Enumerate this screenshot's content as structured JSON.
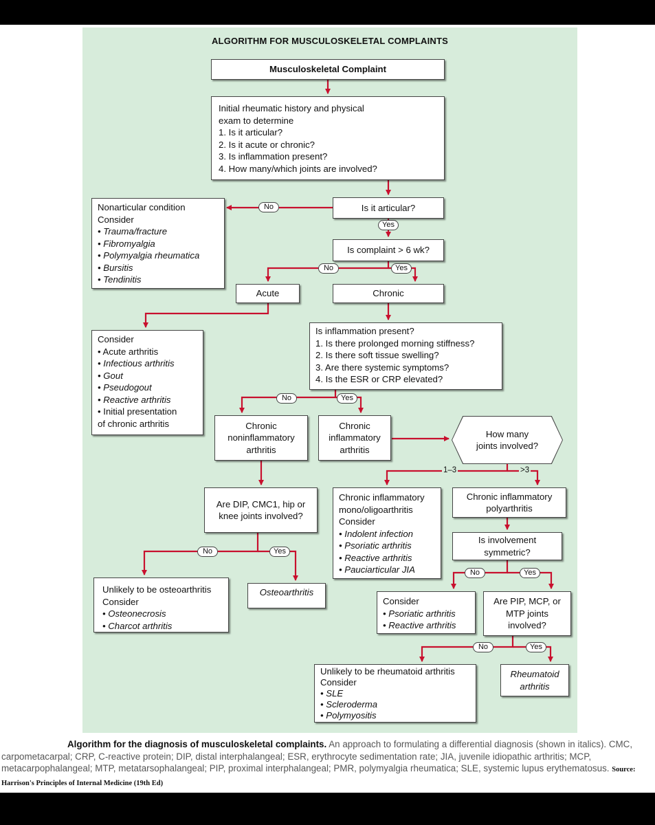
{
  "title": "Algorithm for Musculoskeletal Complaints",
  "boxes": {
    "complaint": {
      "lines": [
        {
          "t": "Musculoskeletal Complaint"
        }
      ]
    },
    "initial": {
      "lines": [
        {
          "t": "Initial rheumatic history and physical"
        },
        {
          "t": "exam to determine"
        },
        {
          "t": "1. Is it articular?"
        },
        {
          "t": "2. Is it acute or chronic?"
        },
        {
          "t": "3. Is inflammation present?"
        },
        {
          "t": "4. How many/which joints are involved?"
        }
      ]
    },
    "articular": {
      "lines": [
        {
          "t": "Is it articular?"
        }
      ]
    },
    "nonarticular": {
      "lines": [
        {
          "t": "Nonarticular condition"
        },
        {
          "t": "Consider"
        },
        {
          "t": "• Trauma/fracture",
          "i": true
        },
        {
          "t": "• Fibromyalgia",
          "i": true
        },
        {
          "t": "• Polymyalgia rheumatica",
          "i": true
        },
        {
          "t": "• Bursitis",
          "i": true
        },
        {
          "t": "• Tendinitis",
          "i": true
        }
      ]
    },
    "six_wk": {
      "lines": [
        {
          "t": "Is complaint > 6 wk?"
        }
      ]
    },
    "acute": {
      "lines": [
        {
          "t": "Acute"
        }
      ]
    },
    "chronic": {
      "lines": [
        {
          "t": "Chronic"
        }
      ]
    },
    "acute_consider": {
      "lines": [
        {
          "t": "Consider"
        },
        {
          "t": "• Acute arthritis"
        },
        {
          "t": "• Infectious arthritis",
          "i": true
        },
        {
          "t": "• Gout",
          "i": true
        },
        {
          "t": "• Pseudogout",
          "i": true
        },
        {
          "t": "• Reactive arthritis",
          "i": true
        },
        {
          "t": "• Initial presentation"
        },
        {
          "t": "   of chronic arthritis"
        }
      ]
    },
    "inflammation": {
      "lines": [
        {
          "t": "Is inflammation present?"
        },
        {
          "t": "1. Is there prolonged morning stiffness?"
        },
        {
          "t": "2. Is there soft tissue swelling?"
        },
        {
          "t": "3. Are there systemic symptoms?"
        },
        {
          "t": "4. Is the ESR or CRP elevated?"
        }
      ]
    },
    "noninflam": {
      "lines": [
        {
          "t": "Chronic"
        },
        {
          "t": "noninflammatory"
        },
        {
          "t": "arthritis"
        }
      ]
    },
    "inflam": {
      "lines": [
        {
          "t": "Chronic"
        },
        {
          "t": "inflammatory"
        },
        {
          "t": "arthritis"
        }
      ]
    },
    "how_many": {
      "lines": [
        {
          "t": "How many"
        },
        {
          "t": "joints involved?"
        }
      ]
    },
    "dip": {
      "lines": [
        {
          "t": "Are DIP, CMC1, hip or"
        },
        {
          "t": "knee joints involved?"
        }
      ]
    },
    "mono": {
      "lines": [
        {
          "t": "Chronic inflammatory"
        },
        {
          "t": "mono/oligoarthritis"
        },
        {
          "t": "Consider"
        },
        {
          "t": "• Indolent infection",
          "i": true
        },
        {
          "t": "• Psoriatic arthritis",
          "i": true
        },
        {
          "t": "• Reactive arthritis",
          "i": true
        },
        {
          "t": "• Pauciarticular JIA",
          "i": true
        }
      ]
    },
    "poly": {
      "lines": [
        {
          "t": "Chronic inflammatory"
        },
        {
          "t": "polyarthritis"
        }
      ]
    },
    "symmetric": {
      "lines": [
        {
          "t": "Is involvement"
        },
        {
          "t": "symmetric?"
        }
      ]
    },
    "unlikely_oa": {
      "lines": [
        {
          "t": "Unlikely to be osteoarthritis"
        },
        {
          "t": "Consider"
        },
        {
          "t": "• Osteonecrosis",
          "i": true
        },
        {
          "t": "• Charcot arthritis",
          "i": true
        }
      ]
    },
    "oa": {
      "lines": [
        {
          "t": "Osteoarthritis",
          "i": true
        }
      ]
    },
    "psoriatic": {
      "lines": [
        {
          "t": "Consider"
        },
        {
          "t": "• Psoriatic arthritis",
          "i": true
        },
        {
          "t": "• Reactive arthritis",
          "i": true
        }
      ]
    },
    "pip": {
      "lines": [
        {
          "t": "Are PIP, MCP, or"
        },
        {
          "t": "MTP joints"
        },
        {
          "t": "involved?"
        }
      ]
    },
    "unlikely_ra": {
      "lines": [
        {
          "t": "Unlikely to be rheumatoid arthritis"
        },
        {
          "t": "Consider"
        },
        {
          "t": "• SLE",
          "i": true
        },
        {
          "t": "• Scleroderma",
          "i": true
        },
        {
          "t": "• Polymyositis",
          "i": true
        }
      ]
    },
    "ra": {
      "lines": [
        {
          "t": "Rheumatoid",
          "i": true
        },
        {
          "t": "arthritis",
          "i": true
        }
      ]
    }
  },
  "answers": {
    "yes": "Yes",
    "no": "No"
  },
  "branch_labels": {
    "one_to_three": "1–3",
    "more_than_three": ">3"
  },
  "caption": {
    "title": "Algorithm for the diagnosis of musculoskeletal complaints.",
    "body": "An approach to formulating a differential diagnosis (shown in italics). CMC, carpometacarpal; CRP, C-reactive protein; DIP, distal interphalangeal; ESR, erythrocyte sedimentation rate; JIA, juvenile idiopathic arthritis; MCP, metacarpophalangeal; MTP, metatarsophalangeal; PIP, proximal interphalangeal; PMR, polymyalgia rheumatica; SLE, systemic lupus erythematosus.",
    "source": "Source: Harrison's Principles of Internal Medicine (19th Ed)"
  },
  "colors": {
    "background": "#d7ecdb",
    "connector": "#c8102e",
    "frame": "#000000"
  }
}
